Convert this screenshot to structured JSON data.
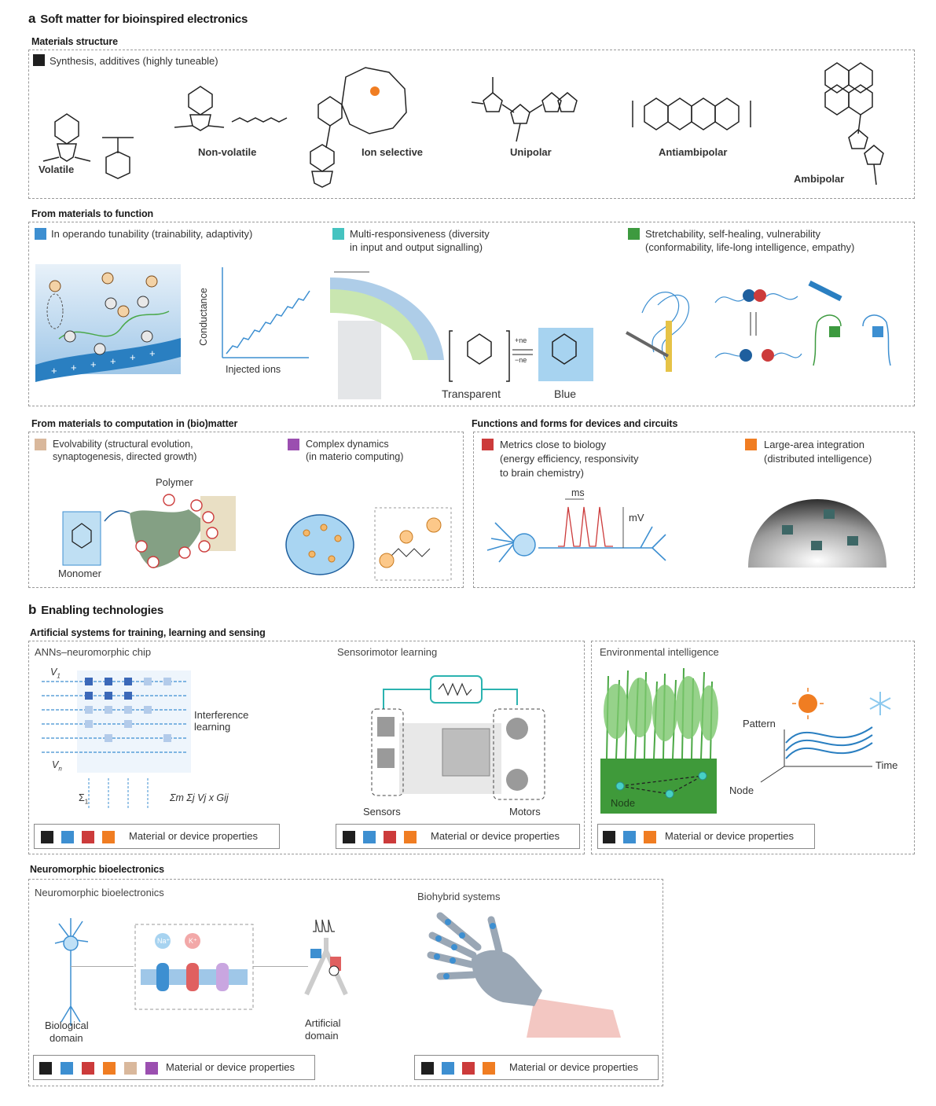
{
  "panel_a": {
    "letter": "a",
    "title": "Soft matter for bioinspired electronics",
    "materials_structure": {
      "title": "Materials structure",
      "legend": "Synthesis, additives (highly tuneable)",
      "molecules": [
        "Volatile",
        "Non-volatile",
        "Ion selective",
        "Unipolar",
        "Antiambipolar",
        "Ambipolar"
      ]
    },
    "materials_to_function": {
      "title": "From materials to function",
      "legend_blue": "In operando tunability (trainability, adaptivity)",
      "legend_teal_1": "Multi-responsiveness (diversity",
      "legend_teal_2": "in input and output signalling)",
      "legend_green_1": "Stretchability, self-healing, vulnerability",
      "legend_green_2": "(conformability, life-long intelligence, empathy)",
      "graph_ylabel": "Conductance",
      "graph_xlabel": "Injected ions",
      "label_transparent": "Transparent",
      "label_blue": "Blue",
      "arrow_ox": "+ne",
      "arrow_red": "−ne"
    },
    "materials_to_computation": {
      "title": "From materials to computation in (bio)matter",
      "legend_tan_1": "Evolvability (structural evolution,",
      "legend_tan_2": "synaptogenesis, directed growth)",
      "legend_purple_1": "Complex dynamics",
      "legend_purple_2": "(in materio computing)",
      "label_polymer": "Polymer",
      "label_monomer": "Monomer"
    },
    "functions_forms": {
      "title": "Functions and forms for devices and circuits",
      "legend_red_1": "Metrics close to biology",
      "legend_red_2": "(energy efficiency, responsivity",
      "legend_red_3": "to brain chemistry)",
      "legend_orange_1": "Large-area integration",
      "legend_orange_2": "(distributed intelligence)",
      "label_ms": "ms",
      "label_mv": "mV"
    }
  },
  "panel_b": {
    "letter": "b",
    "title": "Enabling technologies",
    "artificial_systems": {
      "title": "Artificial systems for training, learning and sensing",
      "ann_title": "ANNs–neuromorphic chip",
      "ann_label_1": "Interference",
      "ann_label_2": "learning",
      "ann_v1": "V",
      "ann_v1_sub": "1",
      "ann_vn": "V",
      "ann_vn_sub": "n",
      "ann_sum_left": "Σ",
      "ann_sum_left_sub": "1",
      "ann_sum_right": "Σm Σj Vj x Gij",
      "sensorimotor_title": "Sensorimotor learning",
      "label_sensors": "Sensors",
      "label_motors": "Motors",
      "env_title": "Environmental intelligence",
      "label_pattern": "Pattern",
      "label_time": "Time",
      "label_node_axis": "Node",
      "label_node_field": "Node",
      "prop_label": "Material or device properties"
    },
    "neuromorphic_bio": {
      "title": "Neuromorphic bioelectronics",
      "sub_title": "Neuromorphic bioelectronics",
      "label_bio_1": "Biological",
      "label_bio_2": "domain",
      "label_art_1": "Artificial",
      "label_art_2": "domain",
      "ion_na": "Na⁺",
      "ion_k": "K⁺",
      "biohybrid_title": "Biohybrid systems",
      "prop_label": "Material or device properties"
    }
  },
  "colors": {
    "black": "#1f1f1f",
    "blue": "#3d8fd1",
    "teal": "#45c3c0",
    "green": "#3d9a3f",
    "tan": "#d9b89c",
    "purple": "#9b4fb0",
    "red": "#cc3b3b",
    "orange": "#f07d22"
  }
}
